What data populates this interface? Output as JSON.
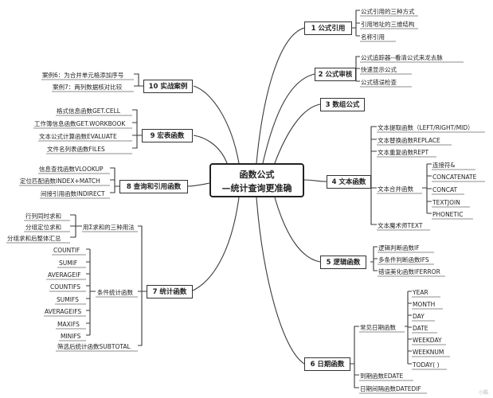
{
  "center": {
    "line1": "函数公式",
    "line2": "—统计查询更准确"
  },
  "branches": {
    "b1": {
      "title": "1 公式引用",
      "items": [
        "公式引用的三种方式",
        "引用地址的三维结构",
        "名称引用"
      ]
    },
    "b2": {
      "title": "2 公式审核",
      "items": [
        "公式追踪器--看清公式来龙去脉",
        "快速显示公式",
        "公式错误检查"
      ]
    },
    "b3": {
      "title": "3 数组公式"
    },
    "b4": {
      "title": "4 文本函数",
      "items": [
        "文本提取函数（LEFT/RIGHT/MID）",
        "文本替换函数REPLACE",
        "文本重复函数REPT",
        "文本合并函数",
        "文本魔术师TEXT"
      ],
      "merge": [
        "连接符&",
        "CONCATENATE",
        "CONCAT",
        "TEXTJOIN",
        "PHONETIC"
      ]
    },
    "b5": {
      "title": "5 逻辑函数",
      "items": [
        "逻辑判断函数IF",
        "多条件判断函数IFS",
        "错误美化函数IFERROR"
      ]
    },
    "b6": {
      "title": "6 日期函数",
      "items": [
        "常见日期函数",
        "到期函数EDATE",
        "日期间隔函数DATEDIF"
      ],
      "common": [
        "YEAR",
        "MONTH",
        "DAY",
        "DATE",
        "WEEKDAY",
        "WEEKNUM",
        "TODAY( )"
      ]
    },
    "b7": {
      "title": "7 统计函数",
      "items": [
        "用Σ求和的三种用法",
        "条件统计函数",
        "筛选后统计函数SUBTOTAL"
      ],
      "sum": [
        "行列同时求和",
        "分组定位求和",
        "分组求和后整体汇总"
      ],
      "cond": [
        "COUNTIF",
        "SUMIF",
        "AVERAGEIF",
        "COUNTIFS",
        "SUMIFS",
        "AVERAGEIFS",
        "MAXIFS",
        "MINIFS"
      ]
    },
    "b8": {
      "title": "8 查询和引用函数",
      "items": [
        "信息查找函数VLOOKUP",
        "定位匹配函数INDEX+MATCH",
        "间接引用函数INDIRECT"
      ]
    },
    "b9": {
      "title": "9 宏表函数",
      "items": [
        "格式信息函数GET.CELL",
        "工作簿信息函数GET.WORKBOOK",
        "文本公式计算函数EVALUATE",
        "文件名列表函数FILES"
      ]
    },
    "b10": {
      "title": "10 实战案例",
      "items": [
        "案例6：为合并单元格添加序号",
        "案例7：两列数据核对比较"
      ]
    }
  },
  "watermark": "小酷",
  "colors": {
    "line": "#3a3a3a",
    "border": "#333333"
  }
}
